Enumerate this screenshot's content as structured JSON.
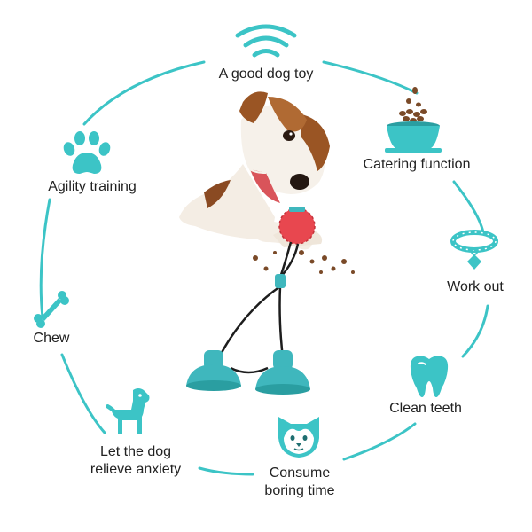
{
  "accent_color": "#3cc4c6",
  "features": [
    {
      "label": "A good dog toy",
      "icon": "signal-waves-icon"
    },
    {
      "label": "Catering function",
      "icon": "food-bowl-icon"
    },
    {
      "label": "Work out",
      "icon": "dog-collar-icon"
    },
    {
      "label": "Clean teeth",
      "icon": "tooth-icon"
    },
    {
      "label": "Consume\nboring time",
      "icon": "shiba-face-icon"
    },
    {
      "label": "Let the dog\nrelieve anxiety",
      "icon": "standing-dog-icon"
    },
    {
      "label": "Chew",
      "icon": "bone-icon"
    },
    {
      "label": "Agility training",
      "icon": "paw-print-icon"
    }
  ],
  "product": {
    "subject": "jack-russell-dog",
    "toy": "suction-cup-rope-ball-toy",
    "ball_color": "#e8474f",
    "cup_color": "#3fb7bd"
  }
}
